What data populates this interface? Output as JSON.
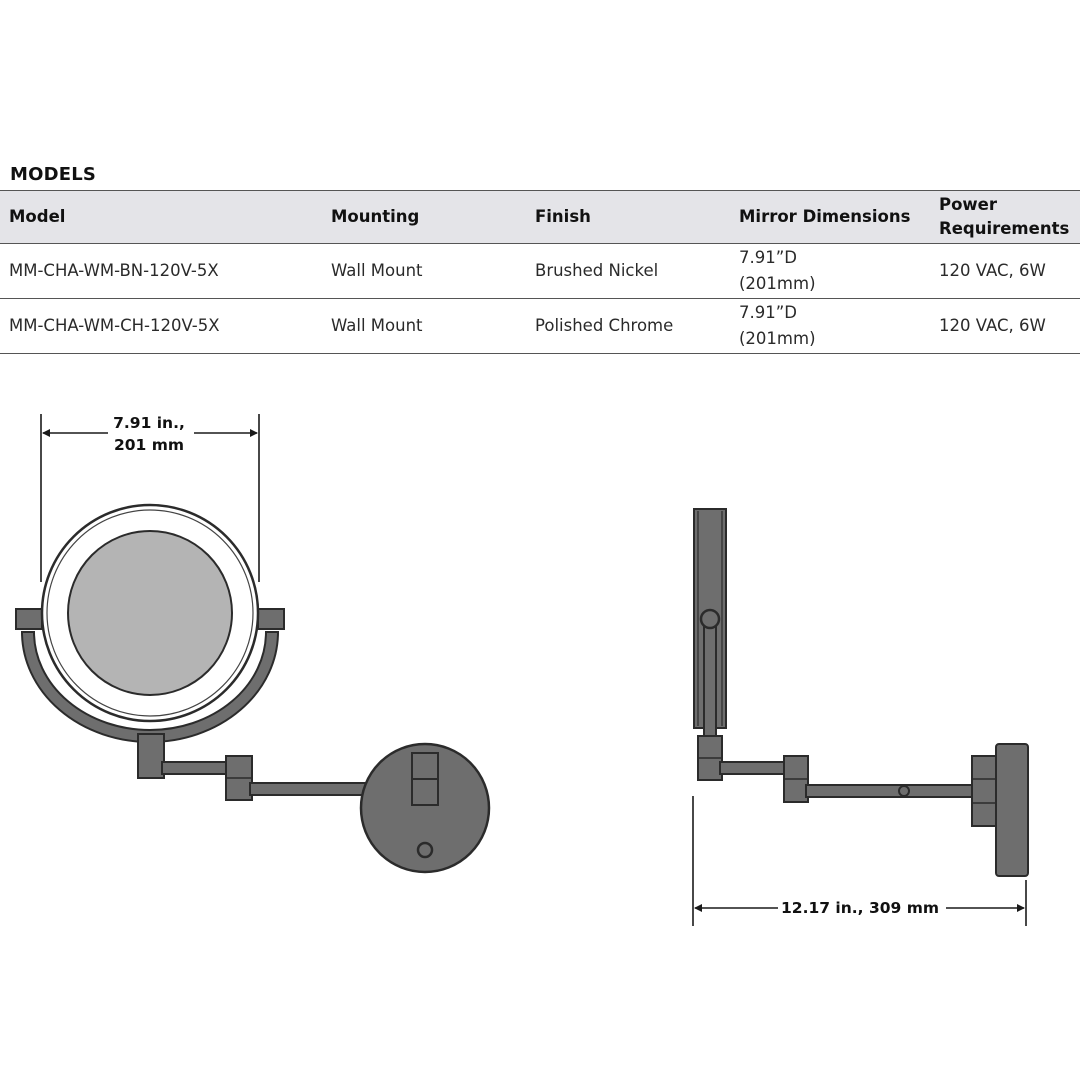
{
  "section": {
    "title": "MODELS"
  },
  "table": {
    "headers": {
      "model": "Model",
      "mounting": "Mounting",
      "finish": "Finish",
      "mirror": "Mirror Dimensions",
      "power_line1": "Power",
      "power_line2": "Requirements"
    },
    "rows": [
      {
        "model": "MM-CHA-WM-BN-120V-5X",
        "mounting": "Wall Mount",
        "finish": "Brushed Nickel",
        "mirror_line1": "7.91”D",
        "mirror_line2": "(201mm)",
        "power": "120 VAC, 6W"
      },
      {
        "model": "MM-CHA-WM-CH-120V-5X",
        "mounting": "Wall Mount",
        "finish": "Polished Chrome",
        "mirror_line1": "7.91”D",
        "mirror_line2": "(201mm)",
        "power": "120 VAC, 6W"
      }
    ]
  },
  "drawings": {
    "front_dimension_line1": "7.91 in.,",
    "front_dimension_line2": "201 mm",
    "side_dimension": "12.17 in., 309 mm"
  },
  "colors": {
    "metal_fill": "#6e6e6e",
    "mirror_fill": "#b4b4b4",
    "outline": "#2b2b2b",
    "header_bg": "#e4e4e8"
  }
}
